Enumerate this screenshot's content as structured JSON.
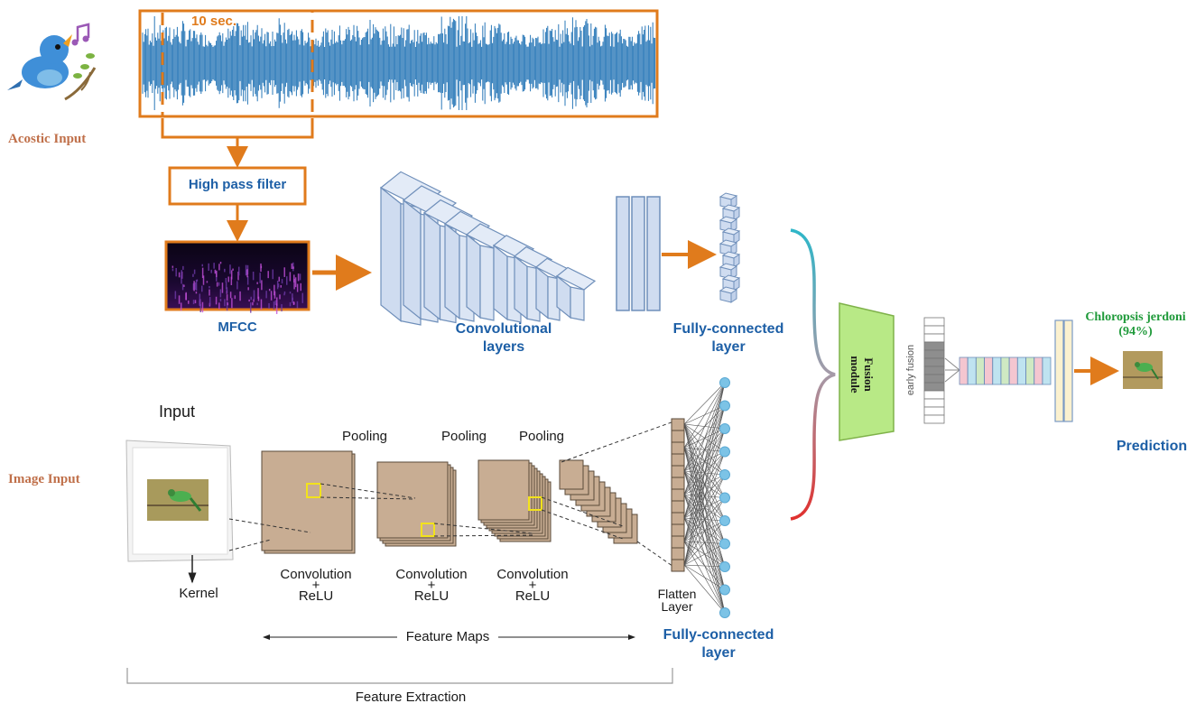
{
  "acoustic": {
    "side_label": "Acostic Input",
    "window_label": "10 sec.",
    "filter_label": "High pass filter",
    "mfcc_label": "MFCC",
    "conv_label_1": "Convolutional",
    "conv_label_2": "layers",
    "fc_label_1": "Fully-connected",
    "fc_label_2": "layer"
  },
  "image": {
    "side_label": "Image Input",
    "input_label": "Input",
    "kernel_label": "Kernel",
    "pooling_labels": [
      "Pooling",
      "Pooling",
      "Pooling"
    ],
    "conv_labels": [
      "Convolution",
      "Convolution",
      "Convolution"
    ],
    "plus": "+",
    "relu": "ReLU",
    "flatten_1": "Flatten",
    "flatten_2": "Layer",
    "feature_maps": "Feature  Maps",
    "feature_extraction": "Feature Extraction",
    "fc_label_1": "Fully-connected",
    "fc_label_2": "layer"
  },
  "fusion": {
    "module_1": "Fusion",
    "module_2": "module",
    "early_fusion": "early fusion"
  },
  "prediction": {
    "species": "Chloropsis jerdoni",
    "confidence": "(94%)",
    "label": "Prediction"
  },
  "colors": {
    "orange": "#e07b1c",
    "blue_text": "#1d5fa6",
    "wave": "#2a78b8",
    "layer_fill": "#cfdcf0",
    "layer_stroke": "#6f8fba",
    "fmap": "#c8ad93",
    "fusion": "#b8e986",
    "node": "#7cc3e6",
    "side_label": "#c0704a",
    "species": "#1f9a3a"
  },
  "icons": [
    "bird-singing-icon",
    "music-note-icon",
    "bird-photo-icon"
  ]
}
